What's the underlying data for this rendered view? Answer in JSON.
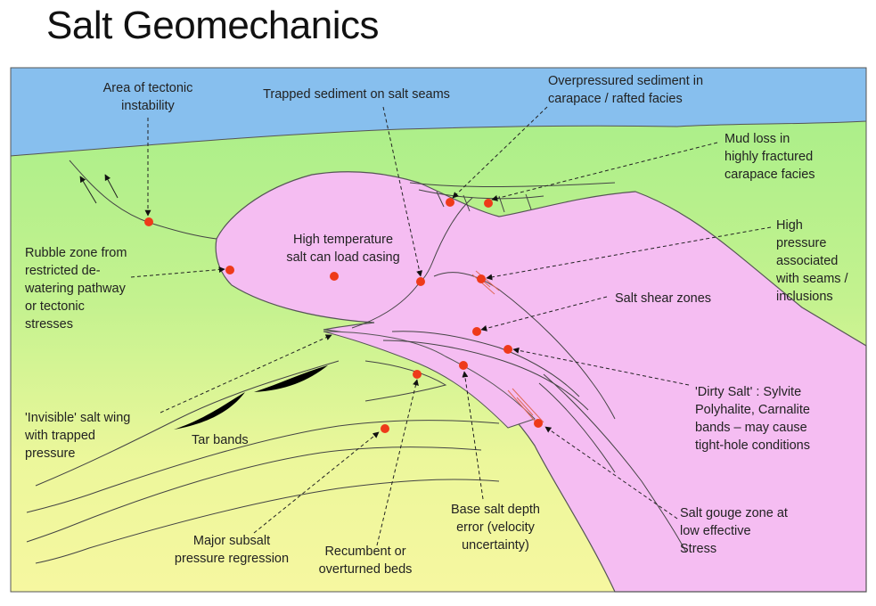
{
  "title": "Salt Geomechanics",
  "colors": {
    "sea": "#87bfee",
    "sediment_upper": "#a5ee88",
    "sediment_lower": "#f6f7a0",
    "salt": "#f5bdf2",
    "hazard_point": "#ee3a1a",
    "tar": "#000000"
  },
  "labels": {
    "tectonic_instability": [
      "Area of tectonic",
      "instability"
    ],
    "trapped_sediment": [
      "Trapped sediment on salt seams"
    ],
    "overpressured_sediment": [
      "Overpressured sediment in",
      "carapace / rafted facies"
    ],
    "mud_loss": [
      "Mud loss in",
      "highly fractured",
      "carapace facies"
    ],
    "high_pressure": [
      "High",
      "pressure",
      "associated",
      "with seams /",
      "inclusions"
    ],
    "rubble_zone": [
      "Rubble zone from",
      "restricted de-",
      "watering pathway",
      "or tectonic",
      "stresses"
    ],
    "high_temperature": [
      "High temperature",
      "salt can load casing"
    ],
    "shear_zones": [
      "Salt shear zones"
    ],
    "dirty_salt": [
      "'Dirty Salt' : Sylvite",
      "Polyhalite, Carnalite",
      "bands – may cause",
      "tight-hole conditions"
    ],
    "invisible_wing": [
      "'Invisible' salt wing",
      "with trapped",
      "pressure"
    ],
    "tar_bands": [
      "Tar bands"
    ],
    "base_salt": [
      "Base salt depth",
      "error (velocity",
      "uncertainty)"
    ],
    "gouge_zone": [
      "Salt gouge zone at",
      "low effective",
      "Stress"
    ],
    "subsalt_regression": [
      "Major subsalt",
      "pressure regression"
    ],
    "recumbent_beds": [
      "Recumbent or",
      "overturned beds"
    ]
  }
}
